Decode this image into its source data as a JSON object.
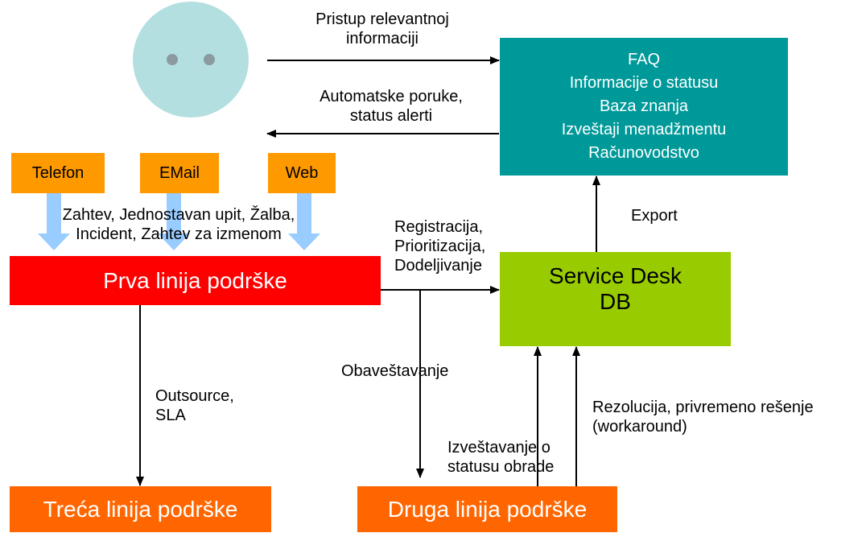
{
  "colors": {
    "face": "#b3dfe0",
    "face_eyes": "#8a9aa0",
    "source_box": "#ff9900",
    "input_arrow": "#99ccff",
    "first_line": "#ff0000",
    "kb_box": "#009999",
    "service_desk": "#99cc00",
    "second_third_line": "#ff6600",
    "arrow": "#000000"
  },
  "icons": {
    "user": "face-icon"
  },
  "sources": {
    "phone": "Telefon",
    "email": "EMail",
    "web": "Web"
  },
  "nodes": {
    "first_line": "Prva linija podrške",
    "second_line": "Druga linija podrške",
    "third_line": "Treća linija podrške",
    "service_desk": "Service Desk\nDB",
    "kb": [
      "FAQ",
      "Informacije o statusu",
      "Baza znanja",
      "Izveštaji menadžmentu",
      "Računovodstvo"
    ]
  },
  "labels": {
    "info_access": "Pristup relevantnoj\ninformaciji",
    "auto_messages": "Automatske poruke,\nstatus alerti",
    "requests": "Zahtev, Jednostavan upit, Žalba,\nIncident, Zahtev za izmenom",
    "registration": "Registracija,\nPrioritizacija,\nDodeljivanje",
    "export": "Export",
    "notification": "Obaveštavanje",
    "outsource": "Outsource,\nSLA",
    "resolution": "Rezolucija, privremeno rešenje\n(workaround)",
    "status_report": "Izveštavanje o\nstatusu obrade"
  }
}
